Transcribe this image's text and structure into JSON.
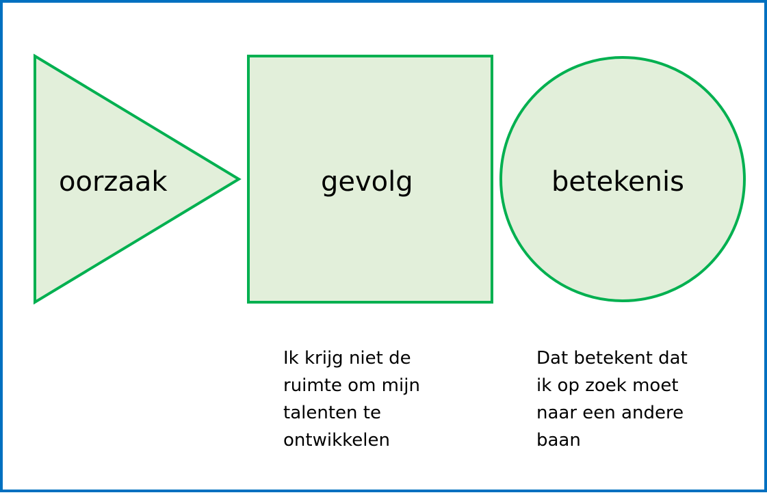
{
  "colors": {
    "border": "#0070c0",
    "shape_stroke": "#00b050",
    "shape_fill": "#e2efda",
    "text": "#000000"
  },
  "shapes": {
    "triangle": {
      "label": "oorzaak"
    },
    "square": {
      "label": "gevolg"
    },
    "circle": {
      "label": "betekenis"
    }
  },
  "captions": {
    "gevolg": {
      "lines": [
        "Ik krijg niet de",
        "ruimte om mijn",
        "talenten te",
        "ontwikkelen"
      ]
    },
    "betekenis": {
      "lines": [
        "Dat betekent dat",
        "ik op zoek moet",
        "naar een andere",
        "baan"
      ]
    }
  }
}
